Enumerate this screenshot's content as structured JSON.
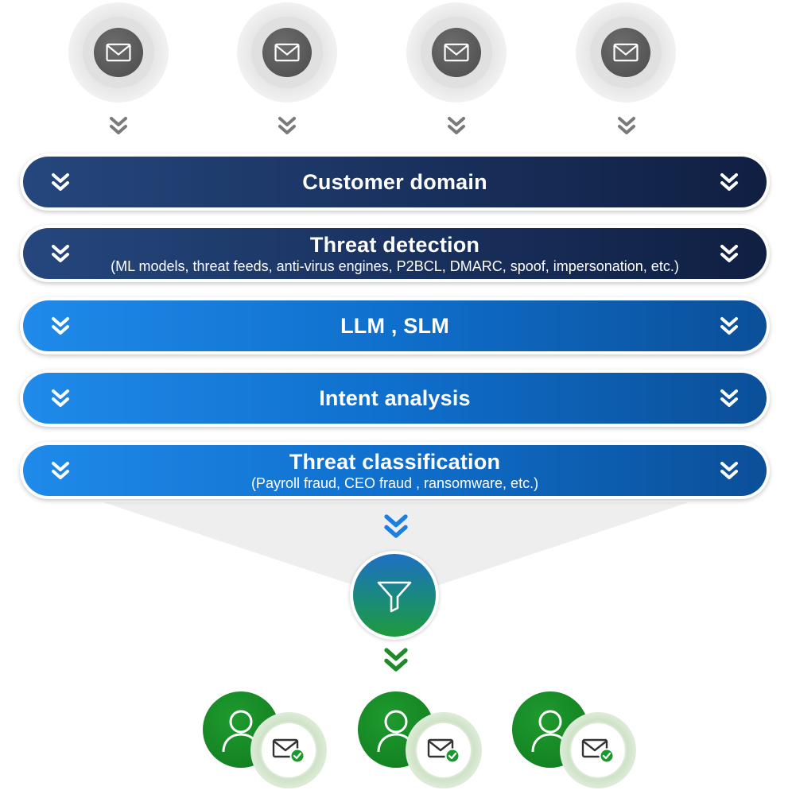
{
  "sources": [
    {
      "icon": "envelope-icon"
    },
    {
      "icon": "envelope-icon"
    },
    {
      "icon": "envelope-icon"
    },
    {
      "icon": "envelope-icon"
    }
  ],
  "layers": [
    {
      "title": "Customer domain",
      "subtitle": "",
      "style": "dark"
    },
    {
      "title": "Threat detection",
      "subtitle": "(ML models, threat feeds, anti-virus engines, P2BCL, DMARC, spoof, impersonation, etc.)",
      "style": "dark"
    },
    {
      "title": "LLM , SLM",
      "subtitle": "",
      "style": "blue"
    },
    {
      "title": "Intent analysis",
      "subtitle": "",
      "style": "blue"
    },
    {
      "title": "Threat classification",
      "subtitle": "(Payroll fraud, CEO fraud , ransomware, etc.)",
      "style": "blue"
    }
  ],
  "filter": {
    "icon": "funnel-icon"
  },
  "recipients": [
    {
      "icon": "user-icon",
      "badge": "verified-mail-icon"
    },
    {
      "icon": "user-icon",
      "badge": "verified-mail-icon"
    },
    {
      "icon": "user-icon",
      "badge": "verified-mail-icon"
    }
  ],
  "colors": {
    "dark_band": "#1b3463",
    "blue_band": "#0f6fcc",
    "gray_chevron": "#7a7a7a",
    "blue_chevron": "#1a7fe0",
    "green_chevron": "#1e8a2a",
    "user_green": "#138a24",
    "check_green": "#1a9a2e"
  }
}
